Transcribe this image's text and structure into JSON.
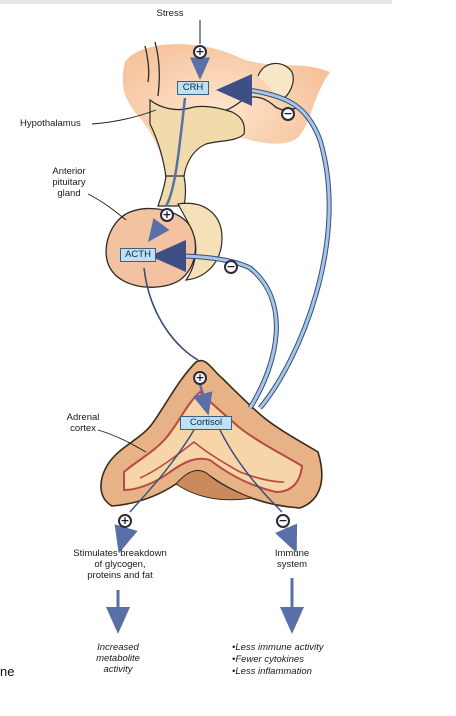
{
  "labels": {
    "stress": "Stress",
    "hypothalamus": "Hypothalamus",
    "anterior_pituitary": [
      "Anterior",
      "pituitary",
      "gland"
    ],
    "adrenal_cortex": [
      "Adrenal",
      "cortex"
    ],
    "stimulates": [
      "Stimulates breakdown",
      "of glycogen,",
      "proteins and fat"
    ],
    "immune": [
      "Immune",
      "system"
    ],
    "increased": [
      "Increased",
      "metabolite",
      "activity"
    ],
    "effects": [
      "•Less immune activity",
      "•Fewer cytokines",
      "•Less inflammation"
    ]
  },
  "boxes": {
    "crh": "CRH",
    "acth": "ACTH",
    "cortisol": "Cortisol"
  },
  "signs": {
    "plus": "+",
    "minus": "−"
  },
  "page_fragment": "ne",
  "colors": {
    "hypothalamus_fill": "#f3dcae",
    "pituitary_fill": "#f1c7a6",
    "adrenal_fill": "#e8b98c",
    "arrow_blue": "#5a6fa8",
    "feedback_outline": "#2f4f7a",
    "label_box": "#bfe0f2"
  }
}
